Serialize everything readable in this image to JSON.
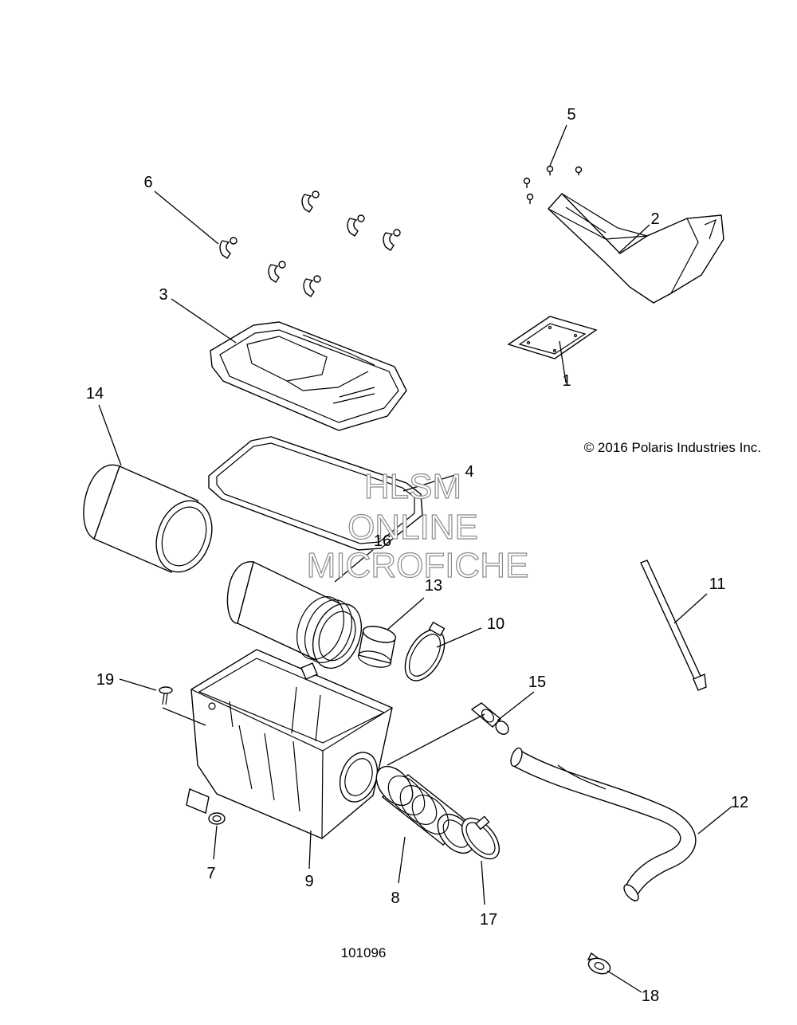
{
  "diagram": {
    "callouts": [
      {
        "id": "1",
        "label": "1"
      },
      {
        "id": "2",
        "label": "2"
      },
      {
        "id": "3",
        "label": "3"
      },
      {
        "id": "4",
        "label": "4"
      },
      {
        "id": "5",
        "label": "5"
      },
      {
        "id": "6",
        "label": "6"
      },
      {
        "id": "7",
        "label": "7"
      },
      {
        "id": "8",
        "label": "8"
      },
      {
        "id": "9",
        "label": "9"
      },
      {
        "id": "10",
        "label": "10"
      },
      {
        "id": "11",
        "label": "11"
      },
      {
        "id": "12",
        "label": "12"
      },
      {
        "id": "13",
        "label": "13"
      },
      {
        "id": "14",
        "label": "14"
      },
      {
        "id": "15",
        "label": "15"
      },
      {
        "id": "16",
        "label": "16"
      },
      {
        "id": "17",
        "label": "17"
      },
      {
        "id": "18",
        "label": "18"
      },
      {
        "id": "19",
        "label": "19"
      }
    ],
    "copyright": "© 2016 Polaris Industries Inc.",
    "drawing_number": "101096",
    "watermark": {
      "line1": "HLSM",
      "line2": "ONLINE",
      "line3": "MICROFICHE"
    }
  }
}
